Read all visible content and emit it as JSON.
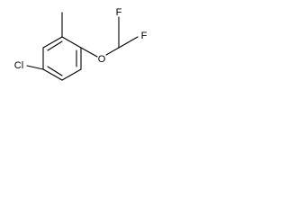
{
  "molecule": {
    "atom_labels": {
      "chlorine": "Cl",
      "oxygen": "O",
      "fluorine_upper": "F",
      "fluorine_right": "F"
    },
    "colors": {
      "bond": "#000000",
      "text": "#000000",
      "background": "#ffffff"
    }
  }
}
